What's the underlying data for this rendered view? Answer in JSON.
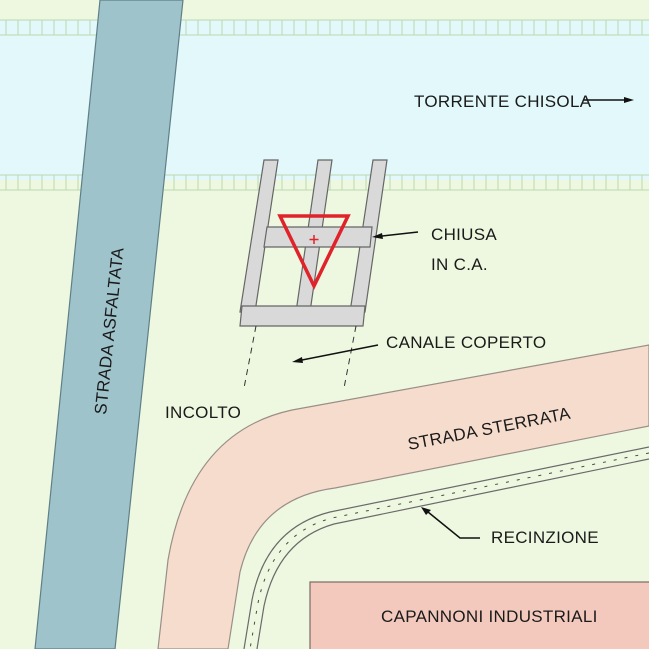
{
  "map": {
    "labels": {
      "river": "TORRENTE CHISOLA",
      "paved_road": "STRADA ASFALTATA",
      "lock": "CHIUSA",
      "lock_material": "IN C.A.",
      "covered_channel": "CANALE COPERTO",
      "uncultivated": "INCOLTO",
      "dirt_road": "STRADA STERRATA",
      "fence": "RECINZIONE",
      "industrial": "CAPANNONI INDUSTRIALI"
    },
    "colors": {
      "background": "#eef8e0",
      "river": "#e2f8fa",
      "paved_road": "#9fc3cb",
      "dirt_road": "#f6dccd",
      "industrial": "#f2c9bc",
      "marker": "#e0222a"
    },
    "icons": {
      "marker": "warning-triangle-icon",
      "flow": "arrow-right-icon"
    }
  }
}
